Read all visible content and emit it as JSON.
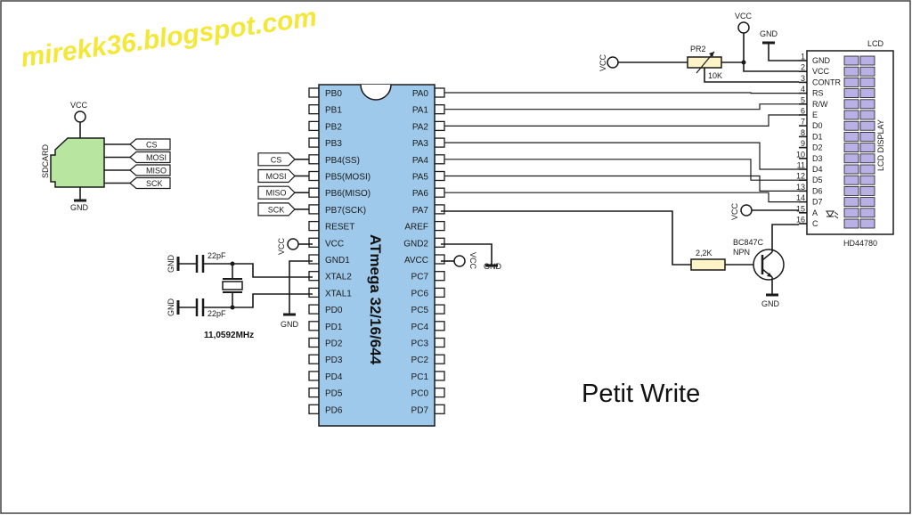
{
  "watermark": "mirekk36.blogspot.com",
  "title": "Petit Write",
  "colors": {
    "chip_fill": "#9ec9ea",
    "lcd_cell": "#b9b1e6",
    "watermark": "#f3e83a",
    "resistor": "#fff4c8",
    "ink": "#1a1a1a"
  },
  "mcu": {
    "name": "ATmega 32/16/644",
    "left_pins": [
      "PB0",
      "PB1",
      "PB2",
      "PB3",
      "PB4(SS)",
      "PB5(MOSI)",
      "PB6(MISO)",
      "PB7(SCK)",
      "RESET",
      "VCC",
      "GND1",
      "XTAL2",
      "XTAL1",
      "PD0",
      "PD1",
      "PD2",
      "PD3",
      "PD4",
      "PD5",
      "PD6"
    ],
    "right_pins": [
      "PA0",
      "PA1",
      "PA2",
      "PA3",
      "PA4",
      "PA5",
      "PA6",
      "PA7",
      "AREF",
      "GND2",
      "AVCC",
      "PC7",
      "PC6",
      "PC5",
      "PC4",
      "PC3",
      "PC2",
      "PC1",
      "PC0",
      "PD7"
    ]
  },
  "spi_tags": [
    "CS",
    "MOSI",
    "MISO",
    "SCK"
  ],
  "sdcard": {
    "name": "SDCARD",
    "signals": [
      "CS",
      "MOSI",
      "MISO",
      "SCK"
    ],
    "vcc": "VCC",
    "gnd": "GND"
  },
  "lcd": {
    "title": "LCD",
    "display_label": "LCD DISPLAY",
    "model": "HD44780",
    "pin_numbers": [
      "1",
      "2",
      "3",
      "4",
      "5",
      "6",
      "7",
      "8",
      "9",
      "10",
      "11",
      "12",
      "13",
      "14",
      "15",
      "16"
    ],
    "pin_names": [
      "GND",
      "VCC",
      "CONTR",
      "RS",
      "R/W",
      "E",
      "D0",
      "D1",
      "D2",
      "D3",
      "D4",
      "D5",
      "D6",
      "D7",
      "A",
      "C"
    ]
  },
  "pot": {
    "name": "PR2",
    "value": "10K"
  },
  "crystal": {
    "freq": "11,0592MHz",
    "cap_values": [
      "22pF",
      "22pF"
    ]
  },
  "transistor": {
    "name": "BC847C",
    "type": "NPN"
  },
  "base_resistor": "2,2K",
  "power": {
    "vcc": "VCC",
    "gnd": "GND"
  }
}
